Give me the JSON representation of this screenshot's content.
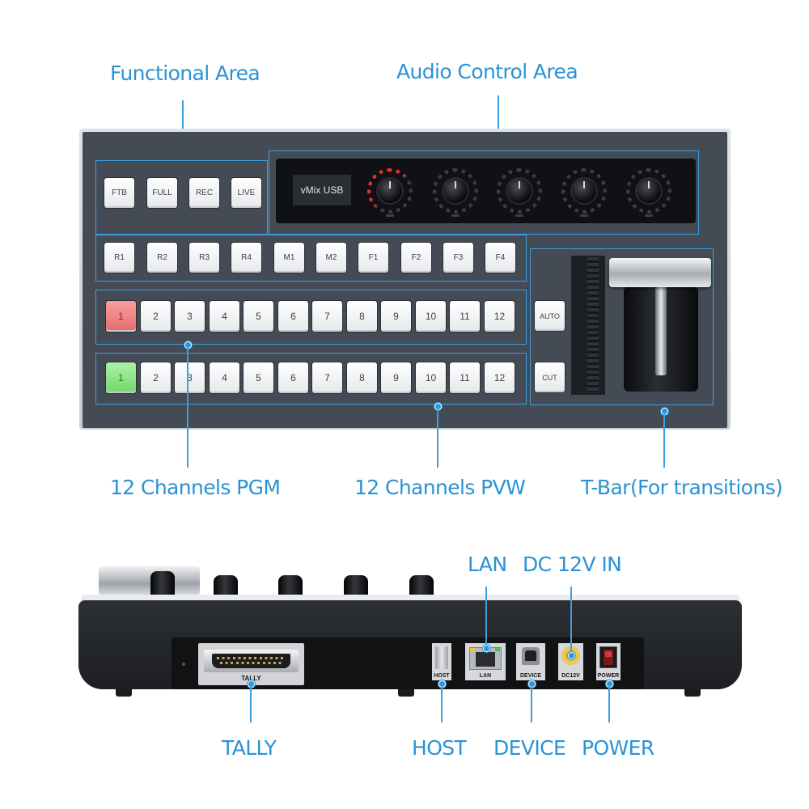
{
  "callouts": {
    "functional_area": "Functional Area",
    "audio_control_area": "Audio Control Area",
    "pgm": "12 Channels PGM",
    "pvw": "12 Channels PVW",
    "tbar": "T-Bar(For transitions)",
    "lan": "LAN",
    "dc": "DC 12V IN",
    "tally": "TALLY",
    "host": "HOST",
    "device": "DEVICE",
    "power": "POWER"
  },
  "functional_keys": [
    "FTB",
    "FULL",
    "REC",
    "LIVE"
  ],
  "macro_keys": [
    "R1",
    "R2",
    "R3",
    "R4",
    "M1",
    "M2",
    "F1",
    "F2",
    "F3",
    "F4"
  ],
  "pgm_keys": [
    "1",
    "2",
    "3",
    "4",
    "5",
    "6",
    "7",
    "8",
    "9",
    "10",
    "11",
    "12"
  ],
  "pvw_keys": [
    "1",
    "2",
    "3",
    "4",
    "5",
    "6",
    "7",
    "8",
    "9",
    "10",
    "11",
    "12"
  ],
  "pgm_active": "1",
  "pvw_active": "1",
  "audio": {
    "display": "vMix USB"
  },
  "transition_keys": {
    "auto": "AUTO",
    "cut": "CUT"
  },
  "rear_ports": {
    "tally": "TALLY",
    "host": "HOST",
    "lan": "LAN",
    "device": "DEVICE",
    "dc": "DC12V",
    "power": "POWER"
  },
  "colors": {
    "callout": "#2a93d5",
    "pgm_active": "#e86a6a",
    "pvw_active": "#6fd86a"
  }
}
